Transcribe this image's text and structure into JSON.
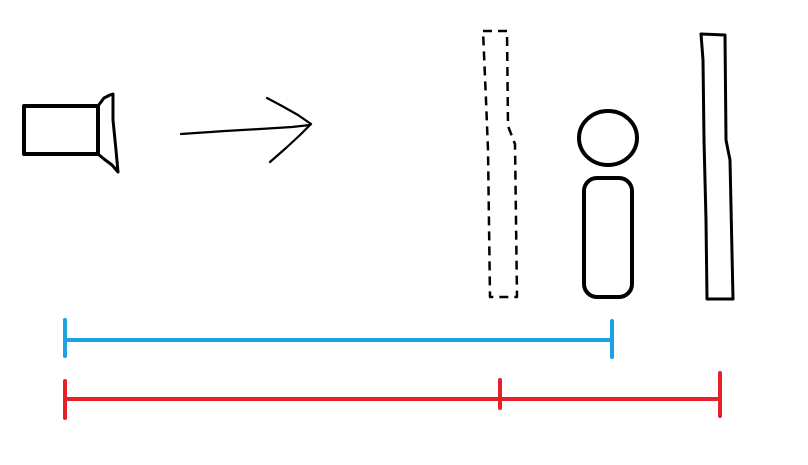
{
  "colors": {
    "background": "#ffffff",
    "ink": "#000000",
    "blue_line": "#1aa3e0",
    "red_line": "#e8202a"
  },
  "elements": {
    "camera": {
      "icon": "camera-icon"
    },
    "arrow": {
      "icon": "arrow-right-icon"
    },
    "dashed_panel": {
      "style": "dashed"
    },
    "person": {
      "icon": "person-icon"
    },
    "solid_panel": {
      "style": "solid"
    }
  },
  "measurements": {
    "blue": {
      "segments": 1
    },
    "red": {
      "segments": 2
    }
  }
}
